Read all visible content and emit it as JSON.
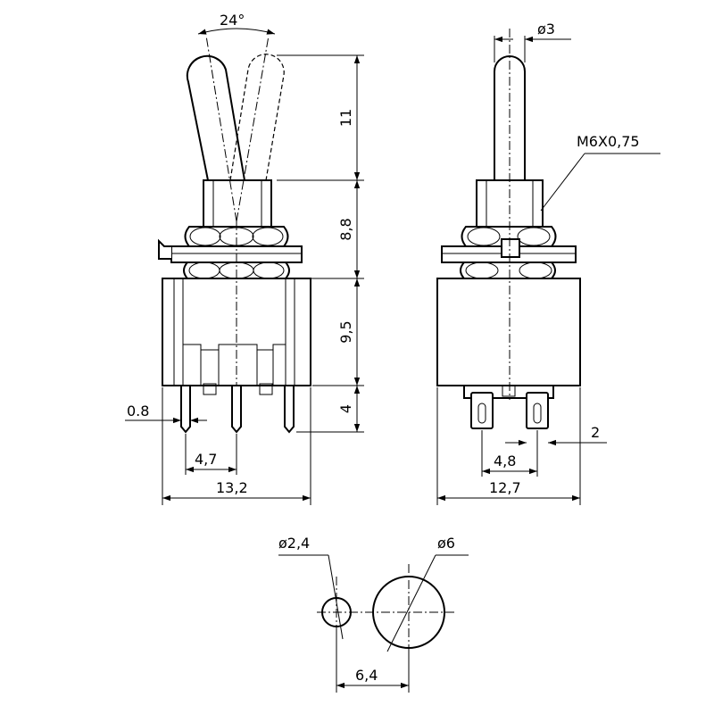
{
  "dimensions": {
    "toggle_angle": "24°",
    "lever_diameter": "ø3",
    "lever_length": "11",
    "thread": "M6X0,75",
    "bushing_height": "8,8",
    "body_height": "9,5",
    "terminal_length": "4",
    "terminal_width": "0.8",
    "terminal_pitch_front": "4,7",
    "body_width_front": "13,2",
    "terminal_thickness": "2",
    "terminal_pitch_side": "4,8",
    "body_width_side": "12,7",
    "hole_small_diameter": "ø2,4",
    "hole_large_diameter": "ø6",
    "hole_spacing": "6,4"
  }
}
